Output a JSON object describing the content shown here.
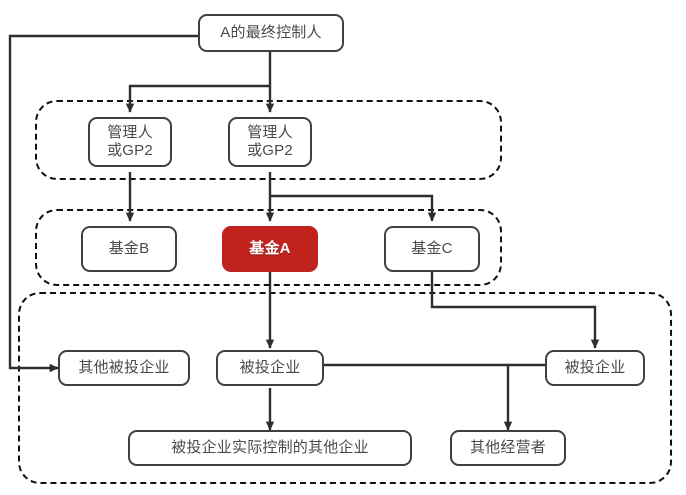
{
  "diagram": {
    "title": "A的最终控制人",
    "type": "org-control-structure-flowchart",
    "accent_color": "#C0231E",
    "node_border_color": "#3f3f46",
    "node_text_color": "#4a4a4f",
    "group_border_color": "#111111",
    "nodes": {
      "controller": {
        "label": "A的最终控制人"
      },
      "manager_left": {
        "label": "管理人\n或GP2"
      },
      "manager_right": {
        "label": "管理人\n或GP2"
      },
      "fund_b": {
        "label": "基金B"
      },
      "fund_a": {
        "label": "基金A"
      },
      "fund_c": {
        "label": "基金C"
      },
      "other_invested": {
        "label": "其他被投企业"
      },
      "invested_center": {
        "label": "被投企业"
      },
      "invested_right": {
        "label": "被投企业"
      },
      "controlled_others": {
        "label": "被投企业实际控制的其他企业"
      },
      "other_operators": {
        "label": "其他经营者"
      }
    },
    "groups": {
      "managers": {
        "label": ""
      },
      "funds": {
        "label": ""
      },
      "portfolio": {
        "label": ""
      }
    }
  }
}
